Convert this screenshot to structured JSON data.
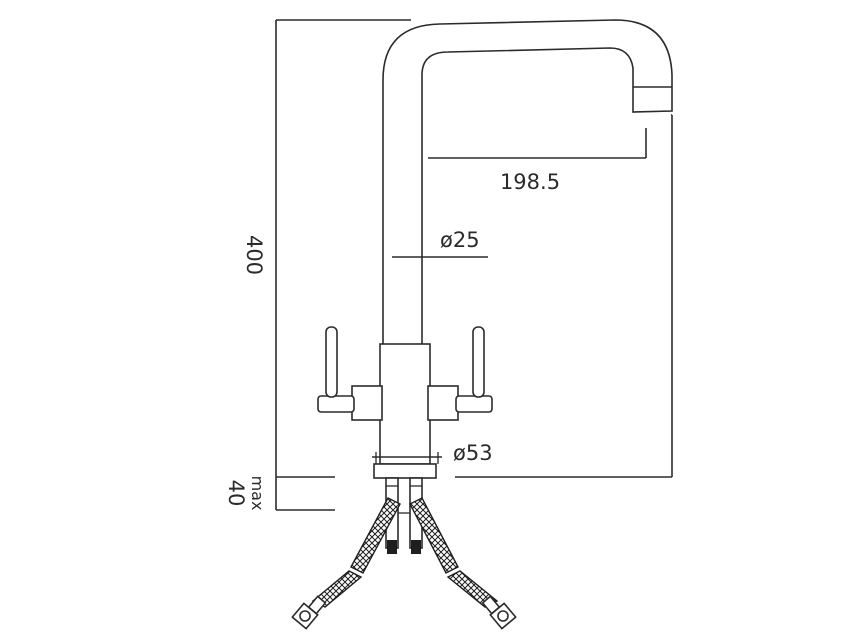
{
  "diagram": {
    "subject": "Twin-lever mixer tap with swivel spout (technical dimension drawing)",
    "line_color": "#2b2b2b",
    "background": "#ffffff",
    "dimensions": {
      "overall_height": {
        "label": "400",
        "orientation": "vertical"
      },
      "spout_reach": {
        "label": "198.5",
        "orientation": "horizontal"
      },
      "spout_diameter": {
        "label": "ø25"
      },
      "body_diameter": {
        "label": "ø53"
      },
      "max_deck_thickness": {
        "value": "40",
        "prefix": "max",
        "orientation": "vertical"
      }
    },
    "components": [
      "swivel-spout",
      "spout-outlet",
      "tap-body",
      "left-lever-handle",
      "right-lever-handle",
      "base-collar",
      "threaded-studs",
      "braided-flexible-hoses",
      "hose-nut-connectors"
    ]
  }
}
